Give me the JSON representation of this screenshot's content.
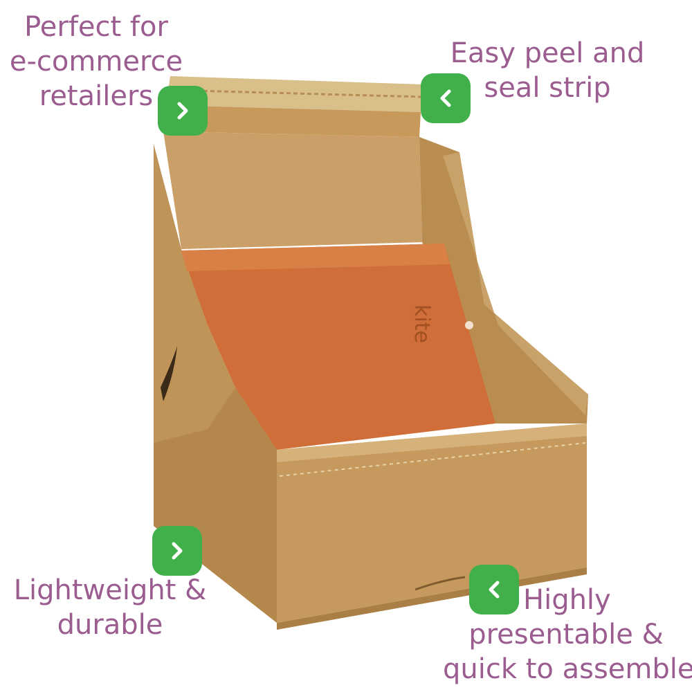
{
  "callouts": [
    {
      "id": "ecommerce",
      "lines": [
        "Perfect for",
        "e-commerce",
        "retailers"
      ],
      "arrow": "right-chevron-icon"
    },
    {
      "id": "peel-seal",
      "lines": [
        "Easy peel and",
        "seal strip"
      ],
      "arrow": "left-chevron-icon"
    },
    {
      "id": "lightweight",
      "lines": [
        "Lightweight &",
        "durable"
      ],
      "arrow": "right-chevron-icon"
    },
    {
      "id": "presentable",
      "lines": [
        "Highly",
        "presentable &",
        "quick to assemble"
      ],
      "arrow": "left-chevron-icon"
    }
  ],
  "product": {
    "logo_text": "kite"
  },
  "colors": {
    "callout_text": "#9b5c8f",
    "badge_bg": "#42b04a",
    "cardboard": "#c69a5e",
    "cardboard_dark": "#a97f45",
    "cardboard_light": "#d6b27a",
    "insert": "#cf6e38"
  }
}
